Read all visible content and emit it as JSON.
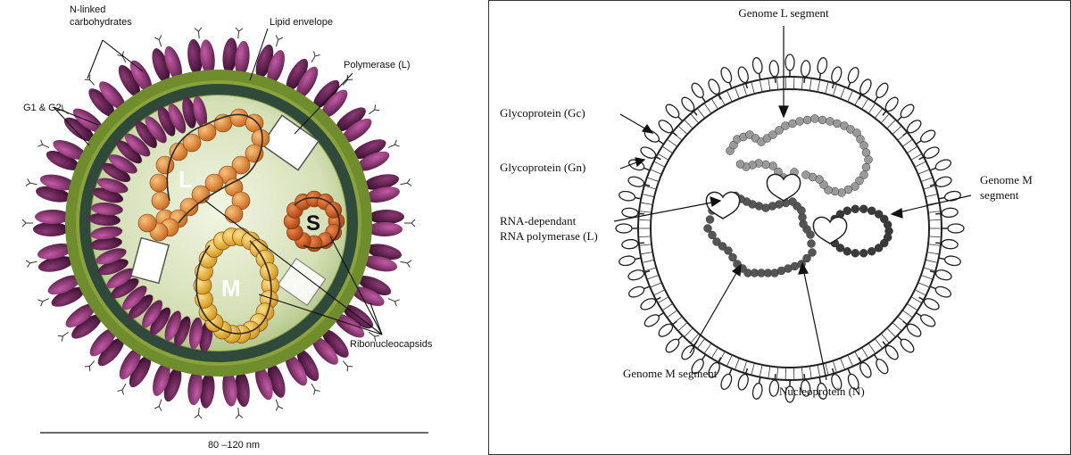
{
  "left_diagram": {
    "labels": {
      "n_linked": [
        "N-linked",
        "carbohydrates"
      ],
      "lipid_envelope": "Lipid envelope",
      "polymerase": "Polymerase (L)",
      "g1g2": "G1 & G2",
      "ribonucleocapsids": "Ribonucleocapsids",
      "scale": "80 –120 nm"
    },
    "segment_letters": {
      "L": "L",
      "M": "M",
      "S": "S"
    },
    "colors": {
      "envelope": "#2f4a3a",
      "spike_dark": "#5a1f49",
      "spike_light": "#b24a95",
      "capsid_L": "#e8903a",
      "capsid_M": "#f0b838",
      "capsid_S": "#d2581e",
      "matrix_green": "#6a8a2a",
      "interior": "#dfe8c8"
    }
  },
  "right_diagram": {
    "labels": {
      "genome_l": "Genome L segment",
      "gc": "Glycoprotein (Gc)",
      "gn": "Glycoprotein (Gn)",
      "rdrp": [
        "RNA-dependant",
        "RNA polymerase (L)"
      ],
      "genome_m_right": [
        "Genome M",
        "segment"
      ],
      "genome_m_bottom": "Genome M segment",
      "nucleoprotein": "Nucleoprotein (N)"
    },
    "colors": {
      "outline": "#222222",
      "segment_light": "#9a9a9a",
      "segment_dark": "#555555",
      "segment_darker": "#3a3a3a"
    }
  }
}
